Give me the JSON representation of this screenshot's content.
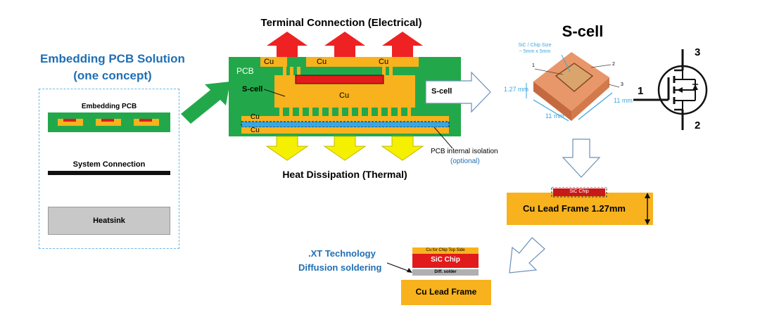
{
  "left": {
    "title": "Embedding PCB Solution",
    "subtitle": "(one concept)",
    "embedding_label": "Embedding PCB",
    "system_label": "System Connection",
    "heatsink_label": "Heatsink"
  },
  "center": {
    "terminal_title": "Terminal Connection (Electrical)",
    "pcb_label": "PCB",
    "cu_label": "Cu",
    "scell_label": "S-cell",
    "scell_arrow_label": "S-cell",
    "heat_title": "Heat Dissipation (Thermal)",
    "isolation_label": "PCB internal isolation",
    "isolation_optional": "(optional)"
  },
  "scell": {
    "title": "S-cell",
    "chip_size_line1": "SiC / Chip Size",
    "chip_size_line2": "~ 5mm x 5mm",
    "thickness": "1.27 mm",
    "width1": "11 mm",
    "width2": "11 mm",
    "marker1": "1",
    "marker2": "2",
    "marker3": "3"
  },
  "mosfet": {
    "gate": "1",
    "drain": "3",
    "source": "2"
  },
  "leadframe": {
    "chip_label": "SiC Chip",
    "frame_label": "Cu Lead Frame 1.27mm"
  },
  "xt": {
    "title": ".XT Technology",
    "subtitle": "Diffusion soldering",
    "top_layer": "Cu for Chip Top Side",
    "chip": "SiC Chip",
    "solder": "Diff. solder",
    "frame": "Cu Lead Frame"
  },
  "colors": {
    "pcb_green": "#22a84a",
    "copper": "#f7b21d",
    "sic_red": "#e11b1b",
    "arrow_red": "#ee2222",
    "arrow_yellow": "#f5f000",
    "title_blue": "#1f6fb5",
    "heatsink_gray": "#c8c8c8",
    "isolation_blue": "#3ba6de"
  }
}
